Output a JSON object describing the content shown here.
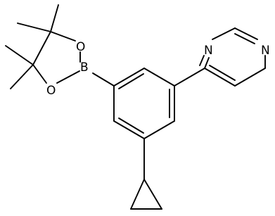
{
  "structure": {
    "atom_labels": {
      "boron": "B",
      "ring_oxygen_top": "O",
      "ring_oxygen_bottom": "O",
      "pyrimidine_n_top": "N",
      "pyrimidine_n_right": "N"
    }
  }
}
